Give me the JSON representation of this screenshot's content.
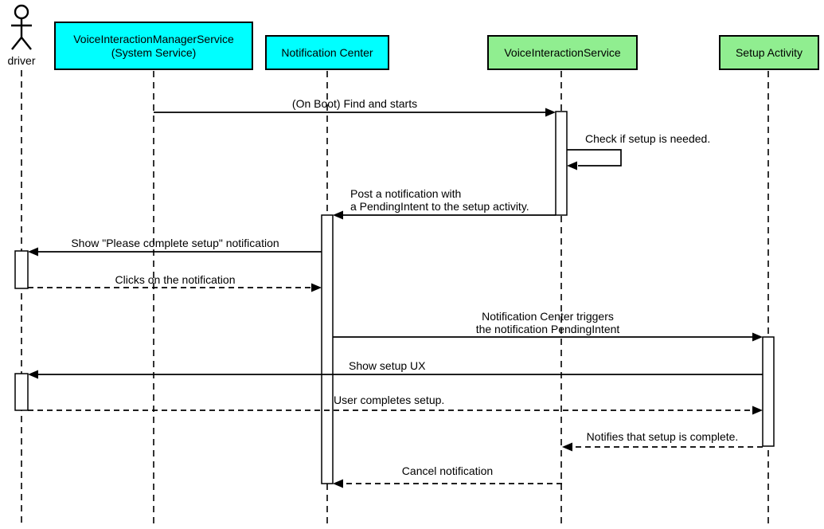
{
  "diagram": {
    "kind": "uml-sequence-diagram",
    "colors": {
      "participant_cyan": "#00FFFF",
      "participant_green": "#90EE90",
      "line": "#000000",
      "background": "#FFFFFF"
    },
    "participants": [
      {
        "name": "driver",
        "type": "actor",
        "fill": null
      },
      {
        "name": "VoiceInteractionManagerService\n(System Service)",
        "type": "participant",
        "fill": "#00FFFF"
      },
      {
        "name": "Notification Center",
        "type": "participant",
        "fill": "#00FFFF"
      },
      {
        "name": "VoiceInteractionService",
        "type": "participant",
        "fill": "#90EE90"
      },
      {
        "name": "Setup Activity",
        "type": "participant",
        "fill": "#90EE90"
      }
    ],
    "messages": [
      {
        "text": "(On Boot) Find and starts",
        "from": "VoiceInteractionManagerService (System Service)",
        "to": "VoiceInteractionService",
        "line": "solid"
      },
      {
        "text": "Check if setup is needed.",
        "from": "VoiceInteractionService",
        "to": "VoiceInteractionService",
        "line": "solid",
        "self_message": true
      },
      {
        "text": "Post a notification with\na PendingIntent to the setup activity.",
        "from": "VoiceInteractionService",
        "to": "Notification Center",
        "line": "solid"
      },
      {
        "text": "Show \"Please complete setup\" notification",
        "from": "Notification Center",
        "to": "driver",
        "line": "solid"
      },
      {
        "text": "Clicks on the notification",
        "from": "driver",
        "to": "Notification Center",
        "line": "dashed"
      },
      {
        "text": "Notification Center triggers\nthe notification PendingIntent",
        "from": "Notification Center",
        "to": "Setup Activity",
        "line": "solid"
      },
      {
        "text": "Show setup UX",
        "from": "Setup Activity",
        "to": "driver",
        "line": "solid"
      },
      {
        "text": "User completes setup.",
        "from": "driver",
        "to": "Setup Activity",
        "line": "dashed"
      },
      {
        "text": "Notifies that setup is complete.",
        "from": "Setup Activity",
        "to": "VoiceInteractionService",
        "line": "dashed"
      },
      {
        "text": "Cancel notification",
        "from": "VoiceInteractionService",
        "to": "Notification Center",
        "line": "dashed"
      }
    ]
  }
}
